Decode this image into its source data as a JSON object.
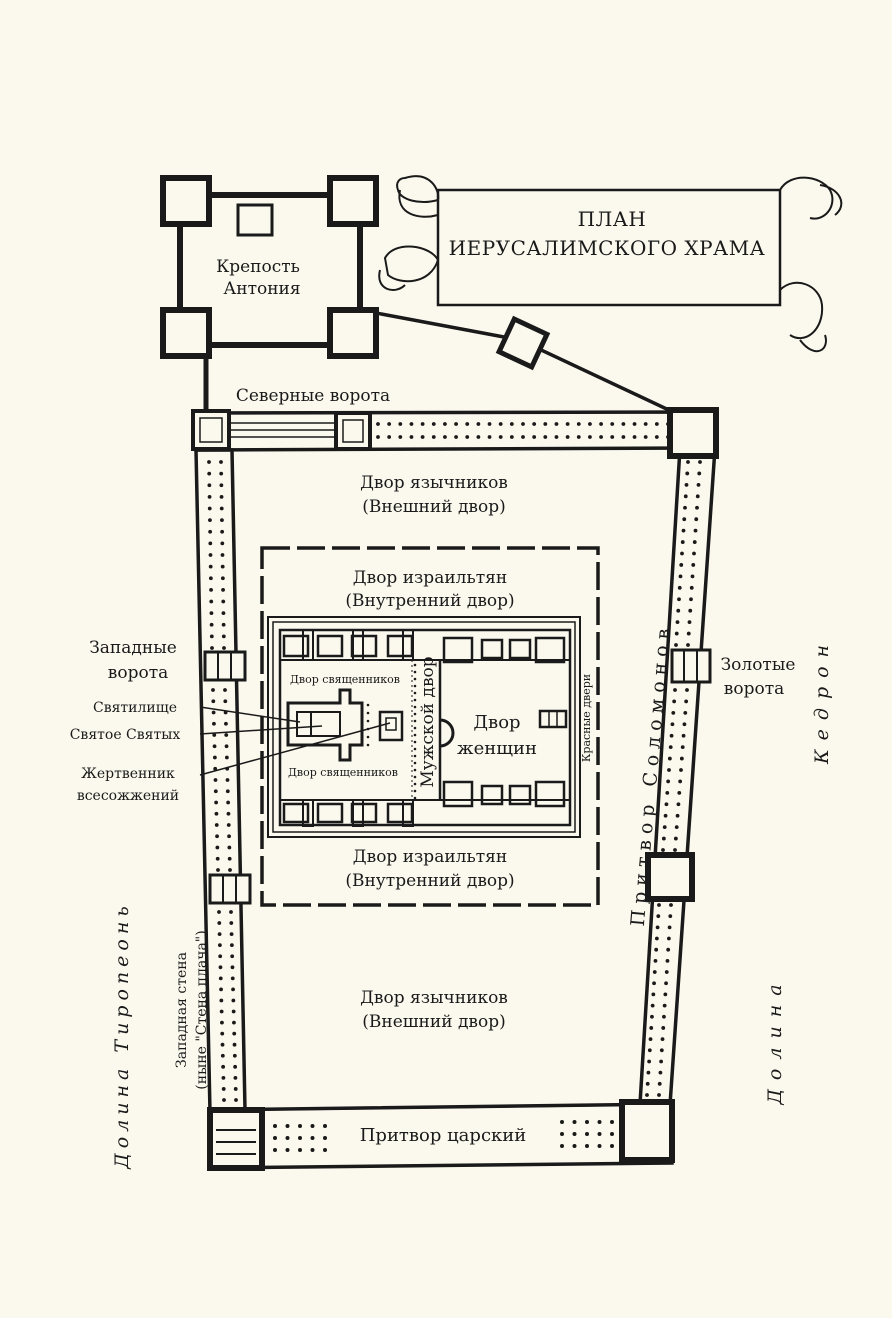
{
  "title": {
    "line1": "ПЛАН",
    "line2": "ИЕРУСАЛИМСКОГО ХРАМА"
  },
  "labels": {
    "fortress": [
      "Крепость",
      "Антония"
    ],
    "north_gate": "Северные ворота",
    "outer_court_north": [
      "Двор язычников",
      "(Внешний двор)"
    ],
    "israel_court_north": [
      "Двор израильтян",
      "(Внутренний двор)"
    ],
    "western_gate": [
      "Западные",
      "ворота"
    ],
    "priests_court_top": "Двор священников",
    "priests_court_bottom": "Двор священников",
    "sanctuary": "Святилище",
    "holy_of_holies": "Святое Святых",
    "altar": [
      "Жертвенник",
      "всесожжений"
    ],
    "mens_court": "Мужской двор",
    "womens_court": [
      "Двор",
      "женщин"
    ],
    "red_doors": "Красные двери",
    "golden_gate": [
      "Золотые",
      "ворота"
    ],
    "solomon_porch": "Притвор Соломонов",
    "kidron": "Кедрон",
    "kidron_valley": "Долина",
    "israel_court_south": [
      "Двор израильтян",
      "(Внутренний двор)"
    ],
    "western_wall": [
      "Западная стена",
      "(ныне \"Стена плача\")"
    ],
    "outer_court_south": [
      "Двор язычников",
      "(Внешний двор)"
    ],
    "tyropoeon_valley": "Долина Тиропеонь",
    "royal_porch": "Притвор царский"
  },
  "colors": {
    "paper": "#fbf9ee",
    "ink": "#1a1a1a"
  }
}
